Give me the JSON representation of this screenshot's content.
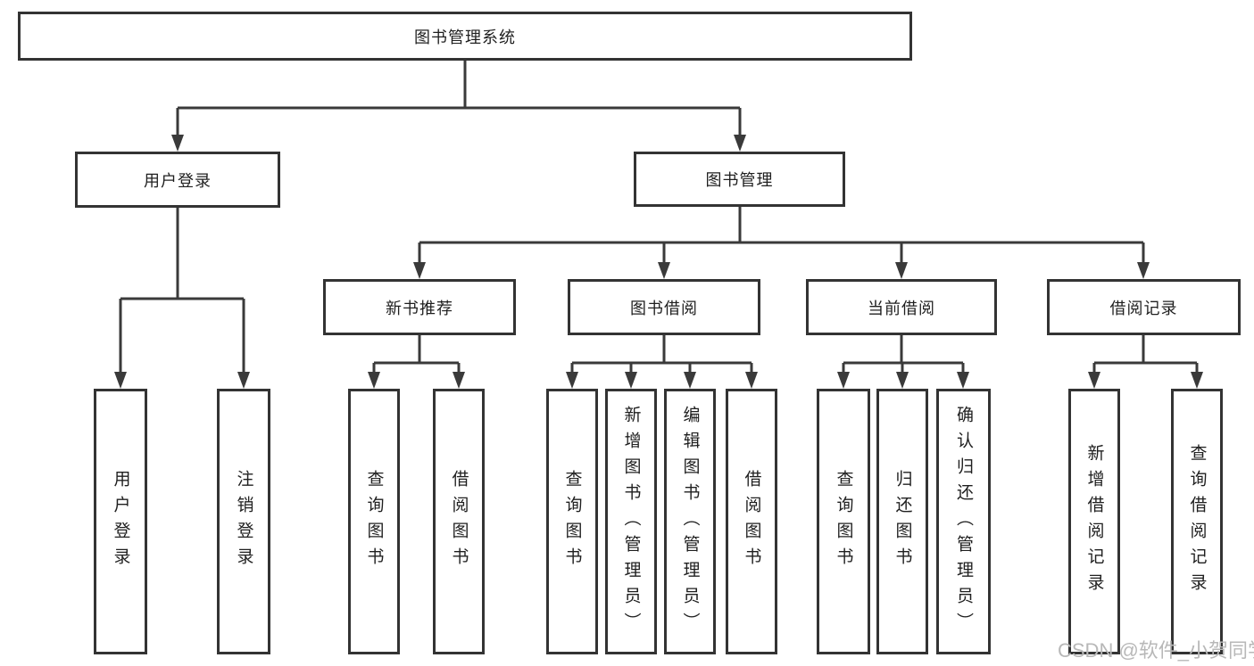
{
  "nodes": {
    "root": "图书管理系统",
    "user_login": "用户登录",
    "book_mgmt": "图书管理",
    "new_books": "新书推荐",
    "book_borrow": "图书借阅",
    "current_borrow": "当前借阅",
    "borrow_records": "借阅记录",
    "leaves": {
      "user_login": [
        "用户登录",
        "注销登录"
      ],
      "new_books": [
        "查询图书",
        "借阅图书"
      ],
      "book_borrow": [
        "查询图书",
        "新增图书（管理员）",
        "编辑图书（管理员）",
        "借阅图书"
      ],
      "current_borrow": [
        "查询图书",
        "归还图书",
        "确认归还（管理员）"
      ],
      "borrow_records": [
        "新增借阅记录",
        "查询借阅记录"
      ]
    }
  },
  "watermark": "CSDN @软件_小贺同学",
  "colors": {
    "line": "#3a3a3a",
    "border": "#333333",
    "text": "#1f1f1f",
    "watermark": "#b8b8b8",
    "background": "#ffffff"
  }
}
